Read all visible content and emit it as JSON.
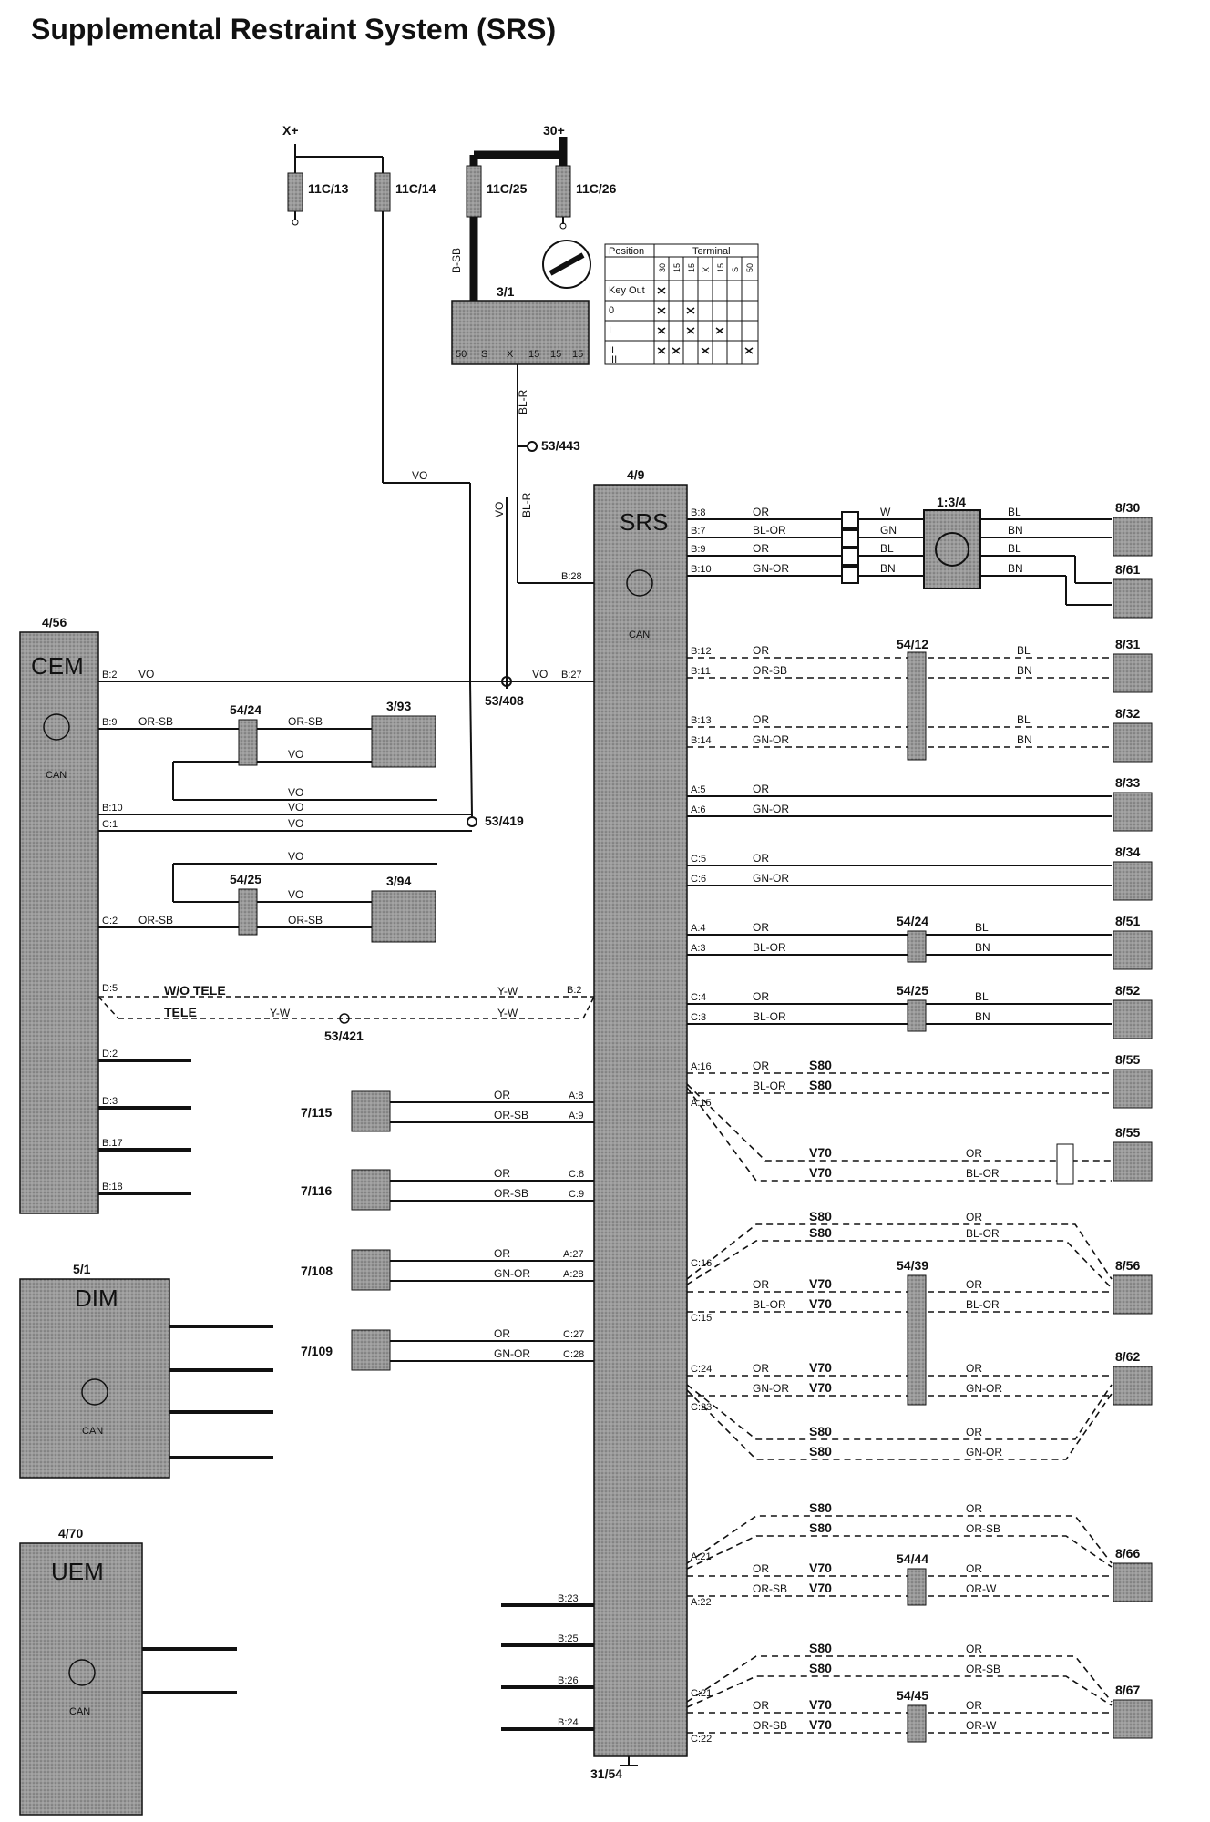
{
  "title": "Supplemental Restraint System (SRS)",
  "colors": {
    "module_fill": "#8f8f8f",
    "line": "#111111",
    "background": "#ffffff"
  },
  "power": {
    "x_plus": "X+",
    "b30_plus": "30+"
  },
  "fuses": [
    "11C/13",
    "11C/14",
    "11C/25",
    "11C/26"
  ],
  "ignition": {
    "id": "3/1",
    "table_headers": [
      "Position",
      "Terminal"
    ],
    "terminals": [
      "30",
      "15",
      "15",
      "X",
      "15",
      "S",
      "50"
    ],
    "positions": [
      "Key Out",
      "0",
      "I",
      "II",
      "III"
    ],
    "pins_bottom": [
      "50",
      "S",
      "X",
      "15",
      "15",
      "15"
    ]
  },
  "splices": [
    "53/443",
    "53/408",
    "53/419",
    "53/421"
  ],
  "modules": {
    "cem": {
      "id": "4/56",
      "name": "CEM"
    },
    "srs": {
      "id": "4/9",
      "name": "SRS"
    },
    "dim": {
      "id": "5/1",
      "name": "DIM"
    },
    "uem": {
      "id": "4/70",
      "name": "UEM"
    },
    "clock_spring": {
      "id": "1:3/4"
    }
  },
  "connectors": [
    "54/24",
    "54/25",
    "54/12",
    "54/39",
    "54/44",
    "54/45",
    "3/93",
    "3/94"
  ],
  "sensors": [
    "7/115",
    "7/116",
    "7/108",
    "7/109"
  ],
  "squibs": [
    "8/30",
    "8/61",
    "8/31",
    "8/32",
    "8/33",
    "8/34",
    "8/51",
    "8/52",
    "8/55",
    "8/55",
    "8/56",
    "8/62",
    "8/66",
    "8/67"
  ],
  "ground": "31/54",
  "wire_colors": [
    "VO",
    "BL-R",
    "B-SB",
    "OR",
    "BL-OR",
    "GN-OR",
    "OR-SB",
    "W",
    "GN",
    "BL",
    "BN",
    "Y-W",
    "OR-W"
  ],
  "variants": {
    "wo_tele": "W/O TELE",
    "tele": "TELE",
    "s80": "S80",
    "v70": "V70"
  },
  "srs_pins": [
    "B:8",
    "B:7",
    "B:9",
    "B:10",
    "B:28",
    "B:27",
    "B:12",
    "B:11",
    "B:13",
    "B:14",
    "A:5",
    "A:6",
    "C:5",
    "C:6",
    "A:4",
    "A:3",
    "C:4",
    "C:3",
    "B:2",
    "A:16",
    "A:15",
    "A:8",
    "A:9",
    "C:8",
    "C:9",
    "A:27",
    "A:28",
    "C:27",
    "C:28",
    "C:16",
    "C:15",
    "C:24",
    "C:23",
    "A:21",
    "A:22",
    "C:21",
    "C:22",
    "B:23",
    "B:25",
    "B:26",
    "B:24"
  ],
  "cem_pins": [
    "B:2",
    "B:9",
    "B:10",
    "C:1",
    "C:2",
    "D:5",
    "D:2",
    "D:3",
    "B:17",
    "B:18"
  ]
}
